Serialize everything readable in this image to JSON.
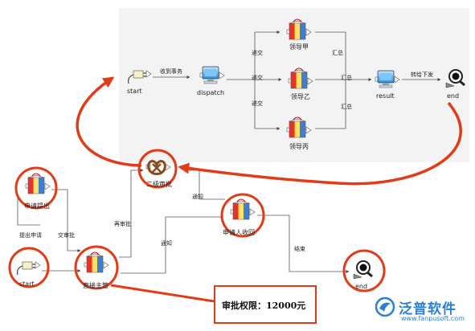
{
  "top_flow": {
    "nodes": {
      "start": "start",
      "dispatch": "dispatch",
      "leader_a": "领导甲",
      "leader_b": "领导乙",
      "leader_c": "领导丙",
      "result": "result",
      "end": "end"
    },
    "edges": {
      "receive": "收到事务",
      "submit_1": "递交",
      "submit_2": "递交",
      "submit_3": "递交",
      "summary_1": "汇总",
      "summary_2": "汇总",
      "summary_3": "汇总",
      "deliver": "转给下发"
    }
  },
  "bottom_flow": {
    "nodes": {
      "applicant_submit": "申请提出",
      "start": "start",
      "direct_manager": "直接主管",
      "level2_review": "二级审批",
      "applicant_receive": "申请人收回",
      "end": "end"
    },
    "edges": {
      "raise_request": "提出申请",
      "submit_review": "交审批",
      "re_review": "再审批",
      "notify_1": "通知",
      "notify_2": "通知",
      "finish": "结束"
    }
  },
  "callout": {
    "text": "审批权限：12000元"
  },
  "brand": {
    "name": "泛普软件",
    "url": "www.fanpusoft.com"
  },
  "colors": {
    "highlight_red": "#e23b17",
    "brand_blue": "#2a7fd6",
    "panel_gray": "#f3f3f3",
    "line_gray": "#555555"
  }
}
